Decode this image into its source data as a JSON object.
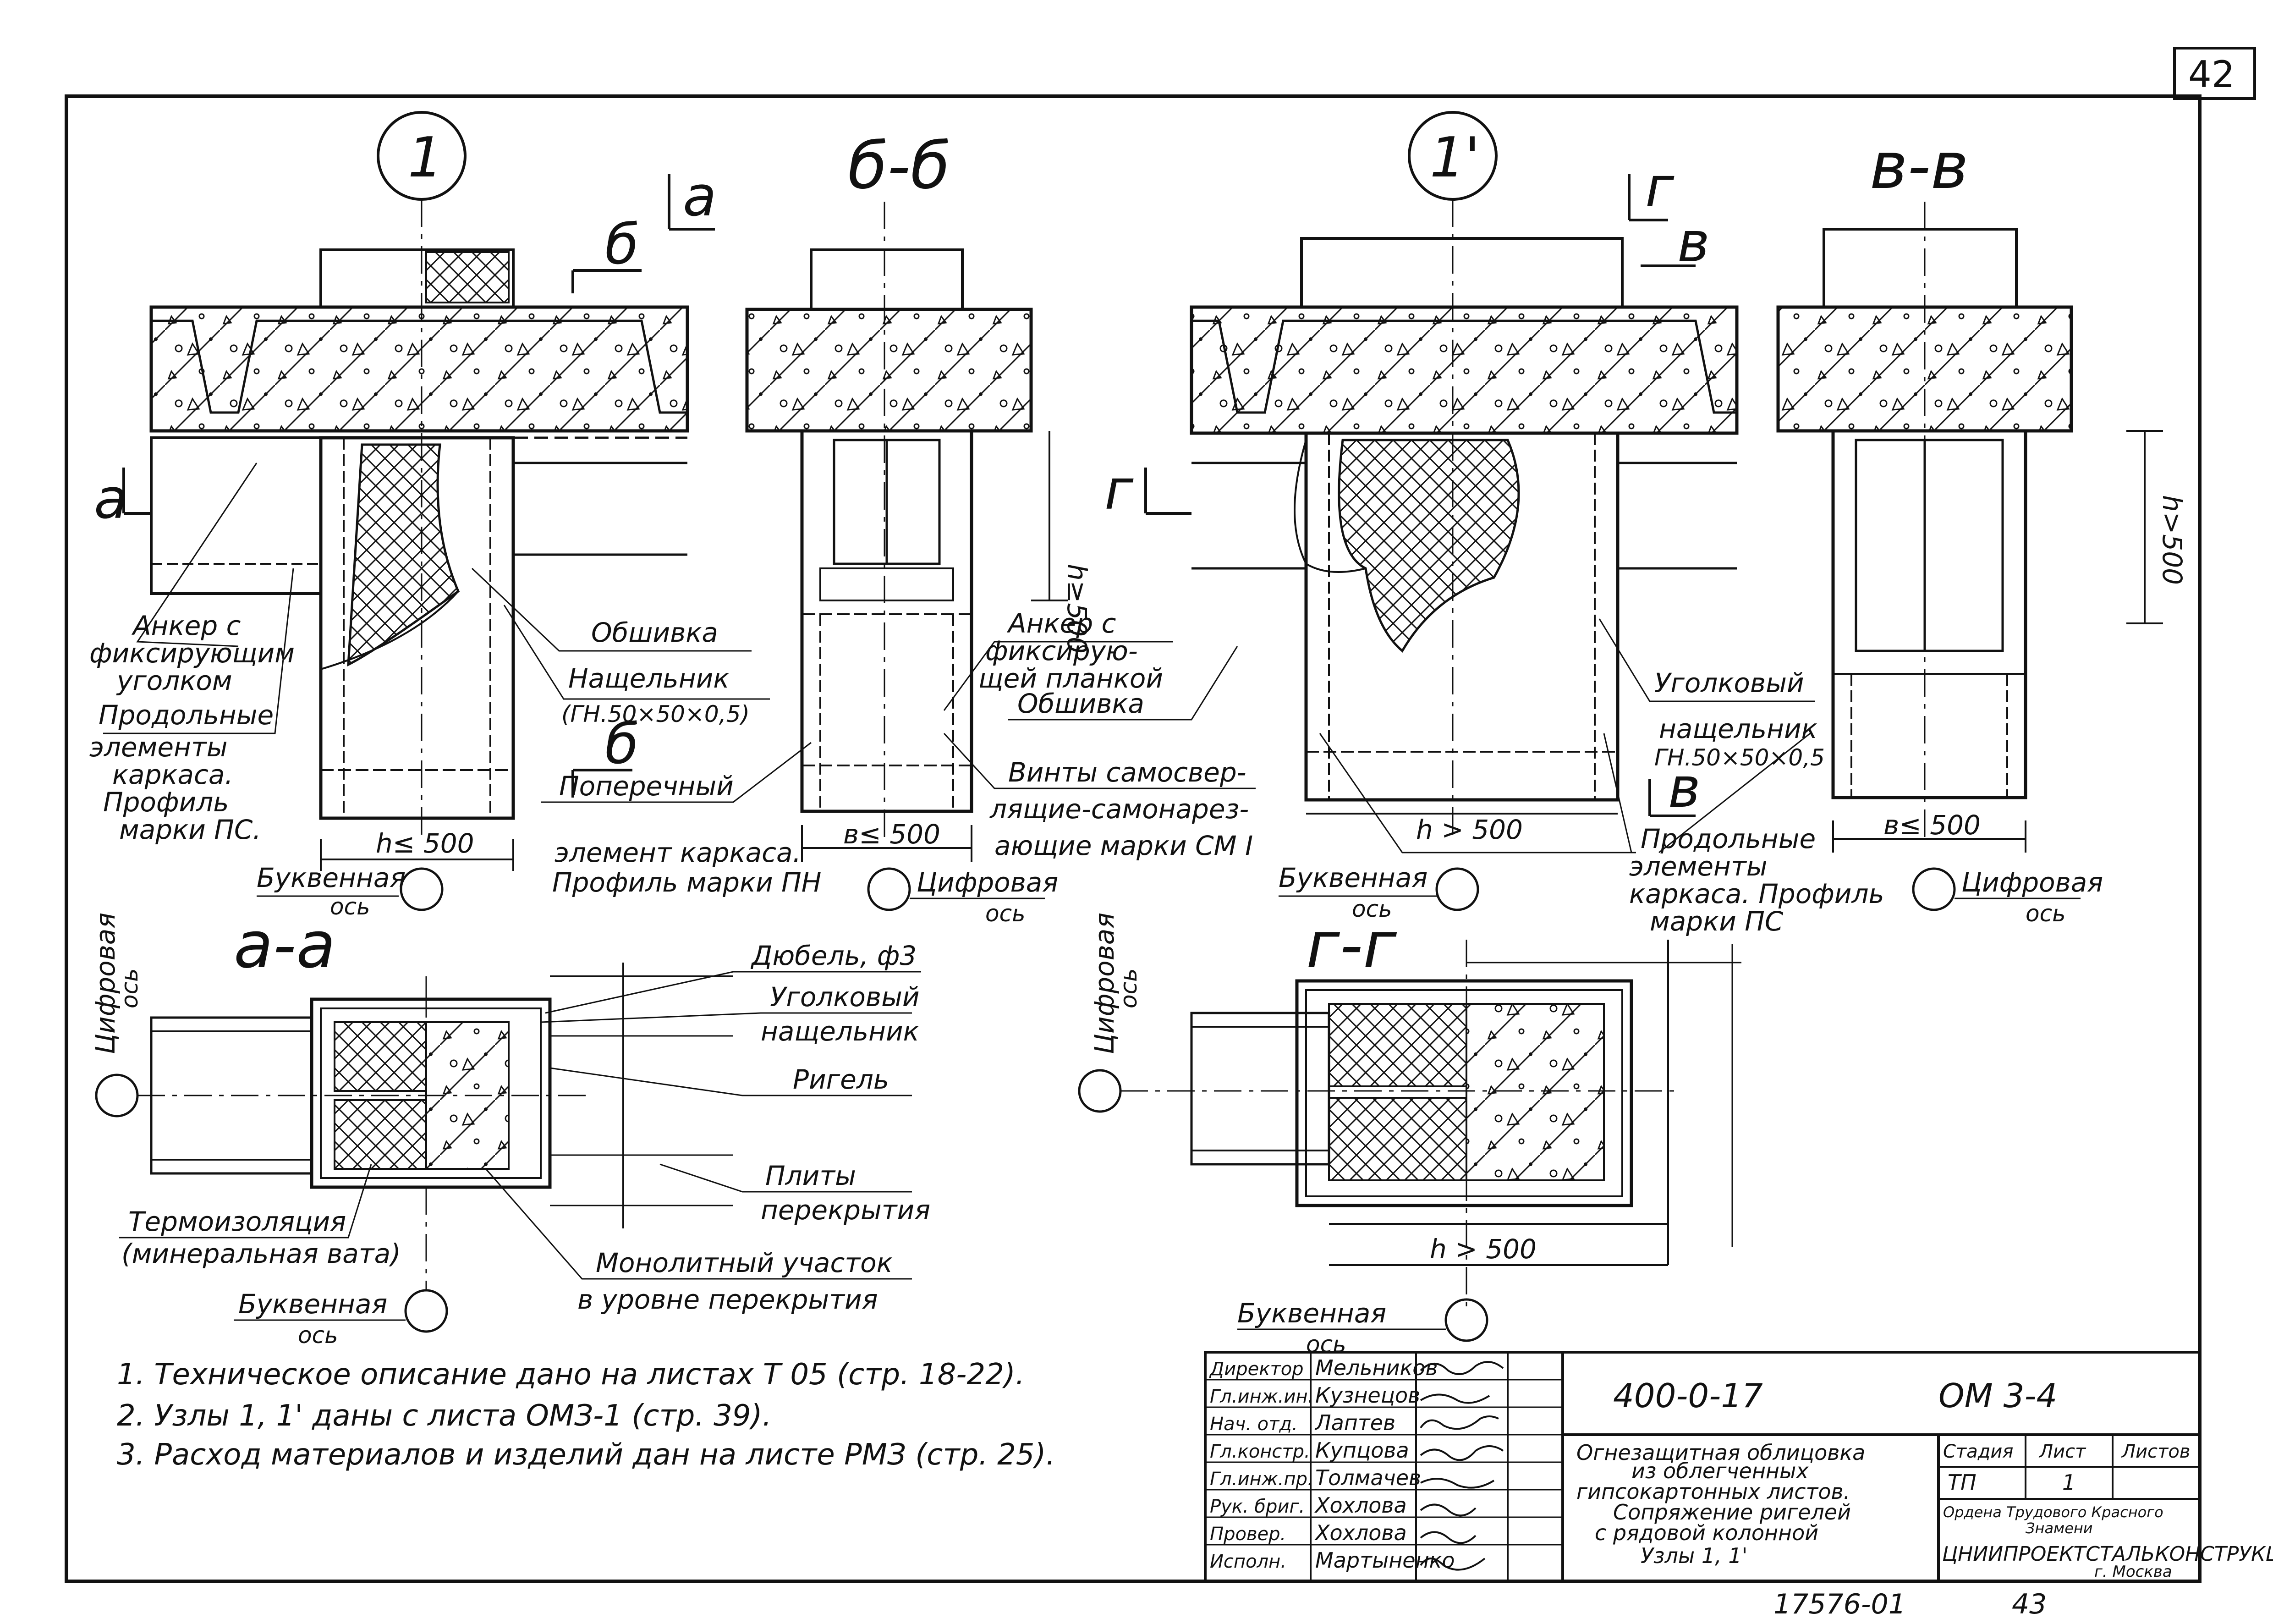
{
  "sheet": {
    "page_number": "42",
    "bottom_code": "17576-01",
    "bottom_page": "43"
  },
  "nodes": {
    "node1": "1",
    "node1p": "1'"
  },
  "section_titles": {
    "bb": "б-б",
    "vv": "в-в",
    "aa": "а-а",
    "gg": "г-г"
  },
  "section_marks": {
    "a": "а",
    "b": "б",
    "g": "г",
    "v": "в"
  },
  "labels": {
    "anchor_angle": [
      "Анкер с",
      "фиксирующим",
      "уголком"
    ],
    "longitudinal_ps": [
      "Продольные",
      "элементы",
      "каркаса.",
      "Профиль",
      "марки ПС."
    ],
    "obshivka": "Обшивка",
    "nashchelnik": "Нащельник",
    "nashchelnik_spec": "(ГН.50×50×0,5)",
    "h_le_500": "h≤ 500",
    "buk_axis": [
      "Буквенная",
      "ось"
    ],
    "transverse": [
      "Поперечный",
      "элемент каркаса.",
      "Профиль марки ПН"
    ],
    "b_le_500": "в≤ 500",
    "digital_axis": [
      "Цифровая",
      "ось"
    ],
    "h_ge_500_vert": "h≥500",
    "anchor_plank": [
      "Анкер с",
      "фиксирую-",
      "щей планкой"
    ],
    "screws": [
      "Винты самосвер-",
      "лящие-самонарез-",
      "ающие марки СМ I"
    ],
    "obshivka2": "Обшивка",
    "h_gt_500": "h > 500",
    "angle_nashchelnik": [
      "Уголковый",
      "нащельник",
      "ГН.50×50×0,5"
    ],
    "longitudinal_ps2": [
      "Продольные",
      "элементы",
      "каркаса. Профиль",
      "марки ПС"
    ],
    "h_gt_500_vert": "h>500",
    "b_le_500_2": "в≤ 500",
    "dowel": "Дюбель, ф3",
    "angle_nash2": [
      "Уголковый",
      "нащельник"
    ],
    "rigel": "Ригель",
    "plates": [
      "Плиты",
      "перекрытия"
    ],
    "thermal": [
      "Термоизоляция",
      "(минеральная вата)"
    ],
    "monolith": [
      "Монолитный участок",
      "в уровне перекрытия"
    ],
    "h_gt_500_gg": "h > 500",
    "digital_axis_v": [
      "Цифровая",
      "ось"
    ]
  },
  "notes": [
    "1. Техническое описание дано на листах          Т 05 (стр. 18-22).",
    "2. Узлы 1, 1' даны с листа          ОМЗ-1 (стр. 39).",
    "3. Расход материалов и изделий дан на листе          РМЗ (стр. 25)."
  ],
  "title_block": {
    "roles": [
      "Директор",
      "Гл.инж.ин.",
      "Нач. отд.",
      "Гл.констр.",
      "Гл.инж.пр.",
      "Рук. бриг.",
      "Провер.",
      "Исполн."
    ],
    "names": [
      "Мельников",
      "Кузнецов",
      "Лаптев",
      "Купцова",
      "Толмачев",
      "Хохлова",
      "Хохлова",
      "Мартыненко"
    ],
    "code": "400-0-17",
    "sheet_mark": "ОМ 3-4",
    "title": [
      "Огнезащитная облицовка",
      "из облегченных",
      "гипсокартонных листов.",
      "Сопряжение ригелей",
      "с рядовой колонной",
      "Узлы 1, 1'"
    ],
    "stage_head": "Стадия",
    "sheet_head": "Лист",
    "sheets_head": "Листов",
    "stage": "ТП",
    "sheet_no": "1",
    "org_small": [
      "Ордена Трудового Красного",
      "Знамени"
    ],
    "org": "ЦНИИПРОЕКТСТАЛЬКОНСТРУКЦИЯ",
    "city": "г. Москва"
  }
}
